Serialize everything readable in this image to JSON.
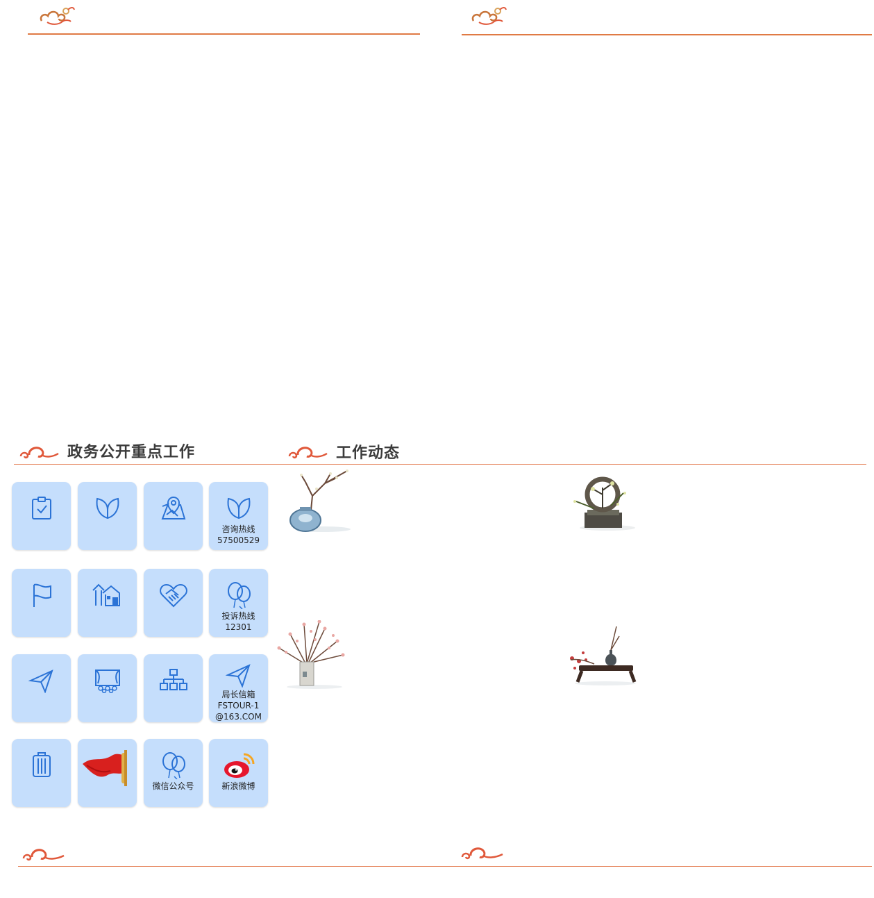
{
  "sections": {
    "gov_affairs": {
      "title": "政务公开重点工作"
    },
    "work_news": {
      "title": "工作动态"
    }
  },
  "tiles": [
    {
      "name": "tile-clipboard",
      "icon": "clipboard-check-icon",
      "lines": []
    },
    {
      "name": "tile-leaf",
      "icon": "leaf-icon",
      "lines": []
    },
    {
      "name": "tile-map",
      "icon": "map-pin-icon",
      "lines": []
    },
    {
      "name": "tile-consult-hotline",
      "icon": "leaf-icon",
      "lines": [
        "咨询热线",
        "57500529"
      ]
    },
    {
      "name": "tile-flag",
      "icon": "flag-icon",
      "lines": []
    },
    {
      "name": "tile-town",
      "icon": "town-icon",
      "lines": []
    },
    {
      "name": "tile-handshake",
      "icon": "handshake-heart-icon",
      "lines": []
    },
    {
      "name": "tile-complaint-hotline",
      "icon": "balloons-icon",
      "lines": [
        "投诉热线",
        "12301"
      ]
    },
    {
      "name": "tile-paper-plane",
      "icon": "paper-plane-icon",
      "lines": []
    },
    {
      "name": "tile-stage",
      "icon": "theater-stage-icon",
      "lines": []
    },
    {
      "name": "tile-org-chart",
      "icon": "org-chart-icon",
      "lines": []
    },
    {
      "name": "tile-director-mailbox",
      "icon": "paper-plane-icon",
      "lines": [
        "局长信箱",
        "FSTOUR-1",
        "@163.COM"
      ]
    },
    {
      "name": "tile-luggage",
      "icon": "luggage-icon",
      "lines": []
    },
    {
      "name": "tile-party-flag",
      "icon": "red-flag-icon",
      "lines": []
    },
    {
      "name": "tile-wechat",
      "icon": "balloons-icon",
      "lines": [
        "微信公众号"
      ]
    },
    {
      "name": "tile-weibo",
      "icon": "weibo-icon",
      "lines": [
        "新浪微博"
      ]
    }
  ]
}
